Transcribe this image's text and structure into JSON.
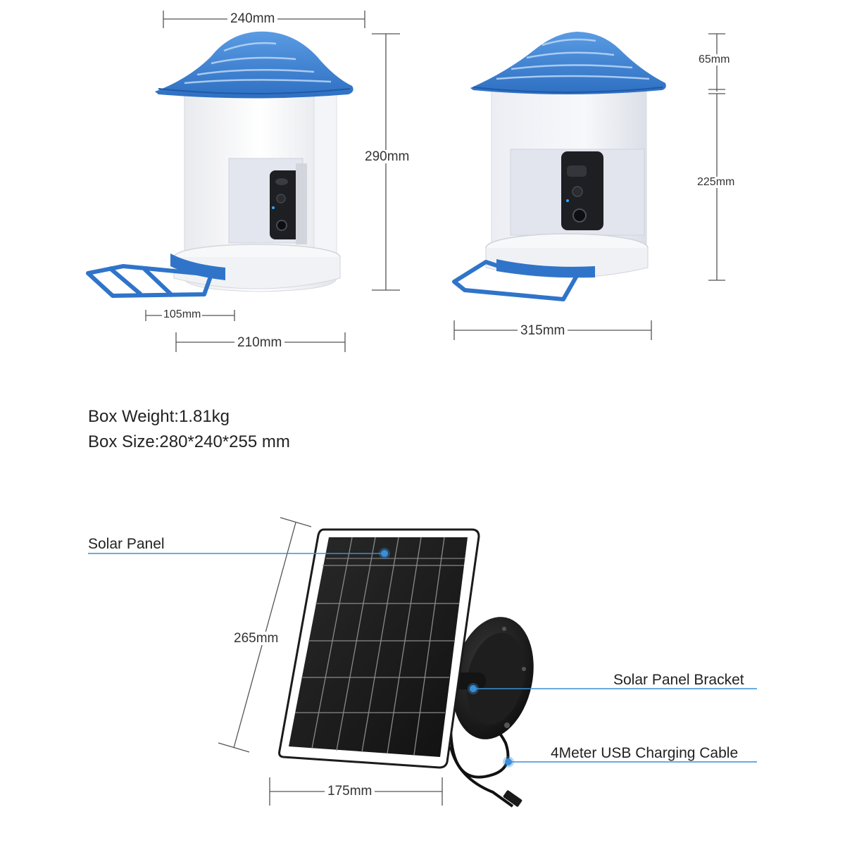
{
  "feeder_front": {
    "width_top": "240mm",
    "height": "290mm",
    "tray_width": "105mm",
    "base_width": "210mm"
  },
  "feeder_side": {
    "roof_height": "65mm",
    "body_height": "225mm",
    "depth": "315mm"
  },
  "box": {
    "weight": "Box Weight:1.81kg",
    "size": "Box Size:280*240*255 mm"
  },
  "solar": {
    "panel_label": "Solar Panel",
    "bracket_label": "Solar Panel Bracket",
    "cable_label": "4Meter USB Charging Cable",
    "height": "265mm",
    "width": "175mm"
  },
  "colors": {
    "roof_blue": "#3d7fd1",
    "tray_blue": "#2f74c9",
    "callout_line": "#3a8fd6",
    "dim_line": "#555555",
    "cell_dark": "#1c1c1c"
  }
}
